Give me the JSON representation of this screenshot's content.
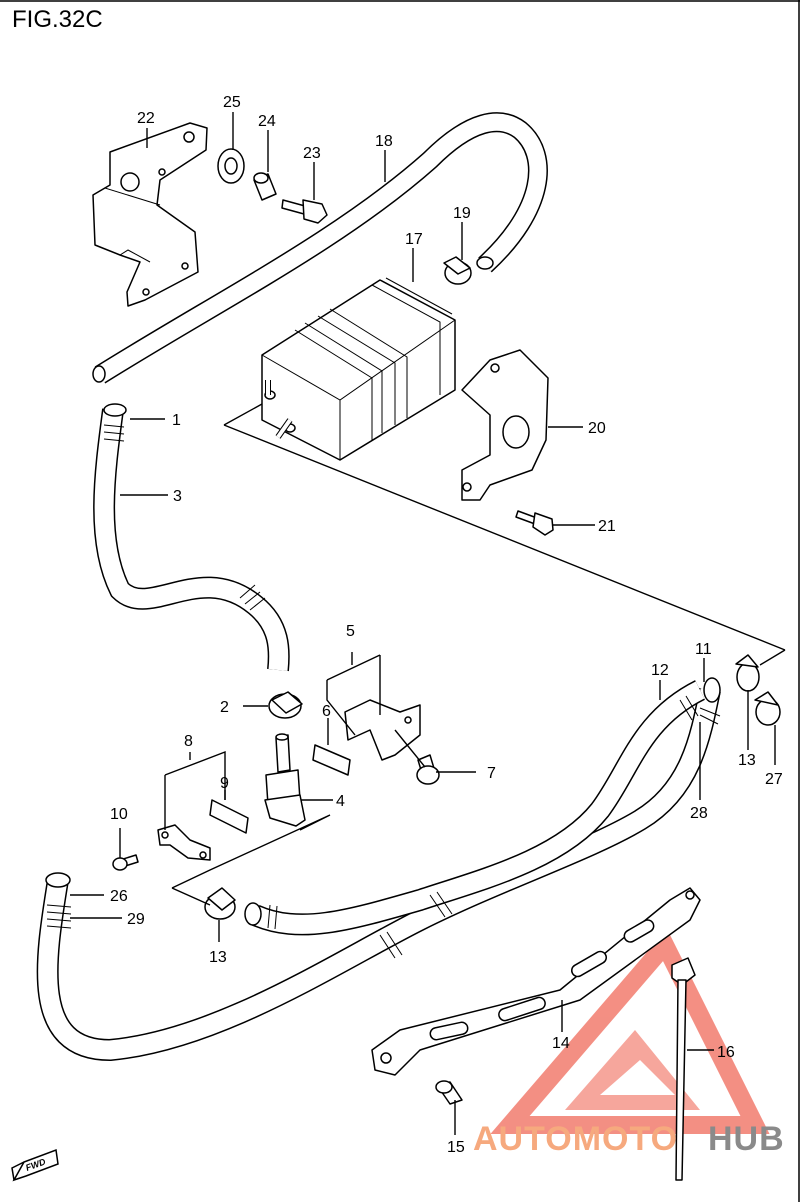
{
  "figure": {
    "title": "FIG.32C",
    "fwd_label": "FWD"
  },
  "callouts": {
    "c1": "1",
    "c2": "2",
    "c3": "3",
    "c4": "4",
    "c5": "5",
    "c6": "6",
    "c7": "7",
    "c8": "8",
    "c9": "9",
    "c10": "10",
    "c11": "11",
    "c12": "12",
    "c13a": "13",
    "c13b": "13",
    "c14": "14",
    "c15": "15",
    "c16": "16",
    "c17": "17",
    "c18": "18",
    "c19": "19",
    "c20": "20",
    "c21": "21",
    "c22": "22",
    "c23": "23",
    "c24": "24",
    "c25": "25",
    "c26": "26",
    "c27": "27",
    "c28": "28",
    "c29": "29"
  },
  "watermark": {
    "part1": "AUTOMOTO",
    "part2": "HUB",
    "color_primary": "#f06a5a",
    "color_secondary": "#8a8a8a"
  }
}
